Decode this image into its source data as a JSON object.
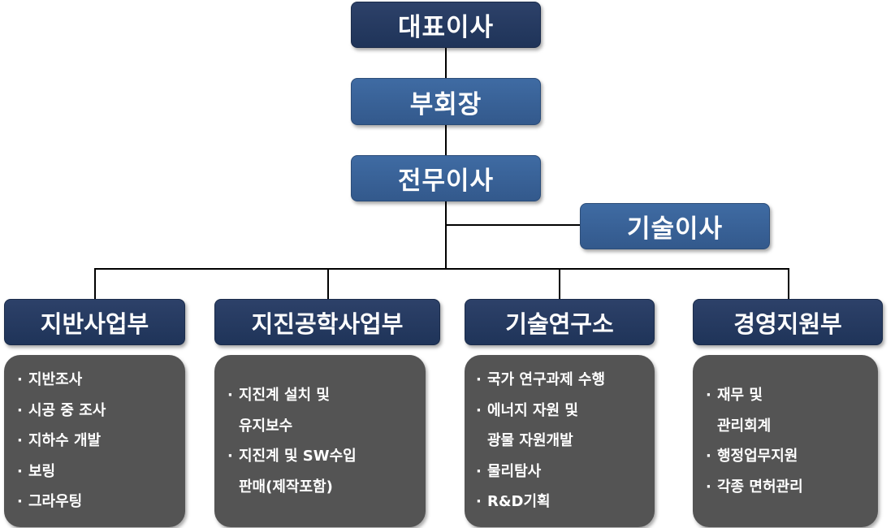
{
  "chart": {
    "ceo": "대표이사",
    "vice_chairman": "부회장",
    "managing_director": "전무이사",
    "technical_director": "기술이사",
    "departments": [
      {
        "name": "지반사업부",
        "items": [
          "지반조사",
          "시공 중 조사",
          "지하수 개발",
          "보링",
          "그라우팅"
        ]
      },
      {
        "name": "지진공학사업부",
        "items": [
          "지진계 설치 및",
          "유지보수",
          "지진계 및 SW수입",
          "판매(제작포함)"
        ]
      },
      {
        "name": "기술연구소",
        "items": [
          "국가 연구과제  수행",
          "에너지 자원 및",
          "광물 자원개발",
          "물리탐사",
          "R&D기획"
        ]
      },
      {
        "name": "경영지원부",
        "items": [
          "재무  및",
          "관리회계",
          "행정업무지원",
          "각종 면허관리"
        ]
      }
    ]
  },
  "colors": {
    "dark_box": "#1f3459",
    "mid_box": "#3a639a",
    "panel": "#545454",
    "connector": "#000000"
  }
}
